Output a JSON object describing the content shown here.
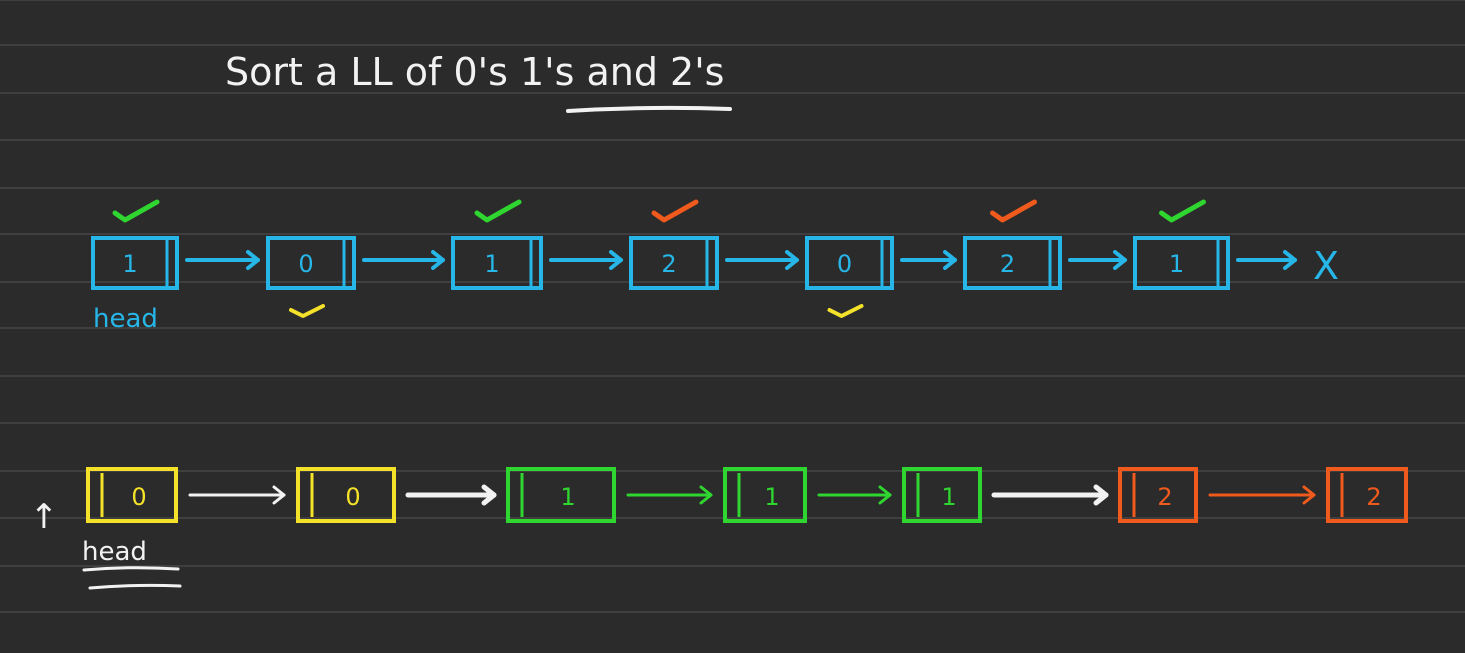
{
  "title": {
    "prefix": "Sort a LL of ",
    "underlined": "0's 1's",
    "suffix": " and 2's"
  },
  "colors": {
    "background": "#2b2b2b",
    "ruled_line": "#3f3f3f",
    "title": "#f2f2f2",
    "cyan": "#27b6e8",
    "green": "#2fd62f",
    "yellow": "#f4e12a",
    "orange": "#f05a1c",
    "white": "#f2f2f2"
  },
  "original_list": {
    "nodes": [
      {
        "value": "1",
        "mark": "green-check-above"
      },
      {
        "value": "0",
        "mark": "yellow-check-below"
      },
      {
        "value": "1",
        "mark": "green-check-above"
      },
      {
        "value": "2",
        "mark": "orange-check-above"
      },
      {
        "value": "0",
        "mark": "yellow-check-below"
      },
      {
        "value": "2",
        "mark": "orange-check-above"
      },
      {
        "value": "1",
        "mark": "green-check-above"
      }
    ],
    "null_symbol": "X",
    "head_label": "head"
  },
  "sorted_list": {
    "nodes": [
      {
        "value": "0",
        "color": "yellow"
      },
      {
        "value": "0",
        "color": "yellow"
      },
      {
        "value": "1",
        "color": "green"
      },
      {
        "value": "1",
        "color": "green"
      },
      {
        "value": "1",
        "color": "green"
      },
      {
        "value": "2",
        "color": "orange"
      },
      {
        "value": "2",
        "color": "orange"
      }
    ],
    "head_label": "head",
    "pointer_symbol": "↑"
  }
}
